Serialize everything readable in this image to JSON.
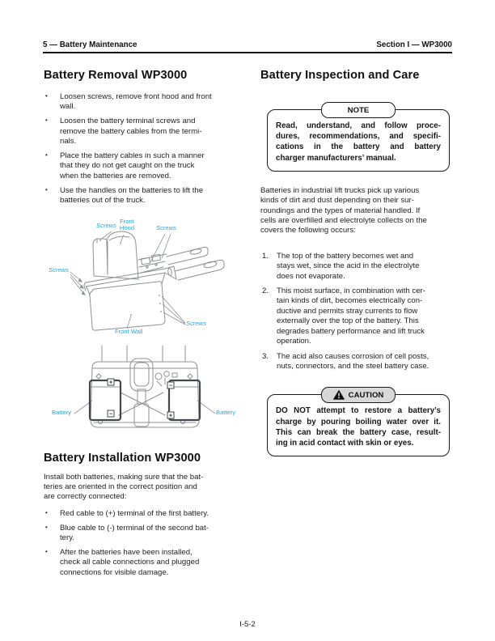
{
  "colors": {
    "diagram_label": "#2BA5DC",
    "caution_tab_bg": "#D8D8D8",
    "line_art": "#8D9094",
    "rule": "#111111"
  },
  "page": {
    "header": {
      "left": "5 — Battery Maintenance",
      "right": "Section I — WP3000"
    },
    "footer": "I-5-2"
  },
  "left": {
    "removal": {
      "title": "Battery Removal WP3000",
      "bullets": [
        [
          "Loosen screws, remove front hood and front",
          "wall."
        ],
        [
          "Loosen the battery terminal screws and",
          "remove the battery cables from the termi-",
          "nals."
        ],
        [
          "Place the battery cables in such a manner",
          "that they do not get caught on the truck",
          "when the batteries are removed."
        ],
        [
          "Use the handles on the batteries to lift the",
          "batteries out of the truck."
        ]
      ]
    },
    "diagram1": {
      "labels": {
        "screws_top_left": "Screws",
        "front_hood": "Front Hood",
        "screws_top_right": "Screws",
        "screws_left": "Screws",
        "front_wall": "Front Wall",
        "screws_bottom_right": "Screws"
      }
    },
    "diagram2": {
      "labels": {
        "battery_left": "Battery",
        "battery_right": "Battery"
      },
      "terminals": {
        "left_top": "+",
        "left_bottom": "−",
        "right_top": "−",
        "right_bottom": "+"
      }
    },
    "installation": {
      "title": "Battery Installation WP3000",
      "intro": [
        "Install both batteries, making sure that the bat-",
        "teries are oriented in the correct position and",
        "are correctly connected:"
      ],
      "bullets": [
        [
          "Red cable to (+) terminal of the first battery."
        ],
        [
          "Blue cable to (-) terminal of the second bat-",
          "tery."
        ],
        [
          "After the batteries have been installed,",
          "check all cable connections and plugged",
          "connections for visible damage."
        ]
      ]
    }
  },
  "right": {
    "inspection": {
      "title": "Battery Inspection and Care"
    },
    "note": {
      "tab": "NOTE",
      "lines": [
        "Read, understand, and follow proce-",
        "dures, recommendations, and specifi-",
        "cations in the battery and battery",
        "charger manufacturers’ manual."
      ]
    },
    "intro": [
      "Batteries in industrial lift trucks pick up various",
      "kinds of dirt and dust depending on their sur-",
      "roundings and the types of material handled. If",
      "cells are overfilled and electrolyte collects on the",
      "covers the following occurs:"
    ],
    "items": [
      {
        "num": "1.",
        "lines": [
          "The top of the battery becomes wet and",
          "stays wet, since the acid in the electrolyte",
          "does not evaporate."
        ]
      },
      {
        "num": "2.",
        "lines": [
          "This moist surface, in combination with cer-",
          "tain kinds of dirt, becomes electrically con-",
          "ductive and permits stray currents to flow",
          "externally over the top of the battery. This",
          "degrades battery performance and lift truck",
          "operation."
        ]
      },
      {
        "num": "3.",
        "lines": [
          "The acid also causes corrosion of cell posts,",
          "nuts, connectors, and the steel battery case."
        ]
      }
    ],
    "caution": {
      "tab": "CAUTION",
      "lines": [
        "DO NOT attempt to restore a battery’s",
        "charge by pouring boiling water over it.",
        "This can break the battery case, result-",
        "ing in acid contact with skin or eyes."
      ]
    }
  }
}
